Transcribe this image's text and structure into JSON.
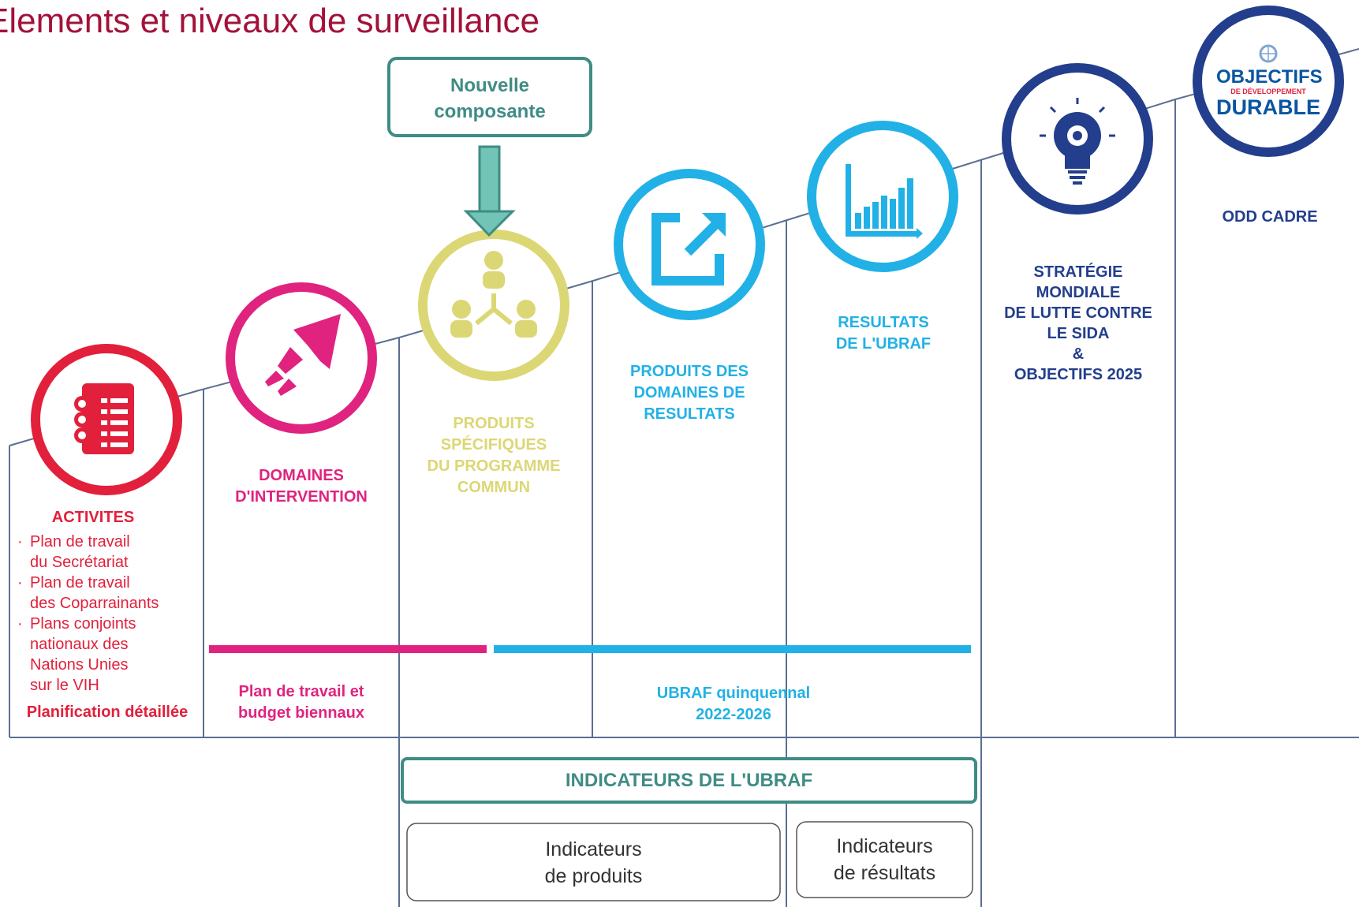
{
  "title": "Elements et niveaux de surveillance",
  "colors": {
    "activites": "#e2203b",
    "domaines": "#e0237f",
    "produits_specifiques": "#dcd775",
    "produits_domaines": "#22b1e6",
    "resultats": "#22b1e6",
    "strategie": "#233e8c",
    "odd": "#233e8c",
    "teal": "#3f8c84",
    "teal_fill": "#72c4b6",
    "title": "#a3123a"
  },
  "callout": {
    "label": "Nouvelle\ncomposante"
  },
  "columns": [
    {
      "id": "activites",
      "label": "ACTIVITES",
      "icon": "checklist-icon"
    },
    {
      "id": "domaines",
      "label": "DOMAINES\nD'INTERVENTION",
      "icon": "rocket-icon"
    },
    {
      "id": "produits_specifiques",
      "label": "PRODUITS\nSPÉCIFIQUES\nDU PROGRAMME\nCOMMUN",
      "icon": "people-network-icon"
    },
    {
      "id": "produits_domaines",
      "label": "PRODUITS DES\nDOMAINES DE\nRESULTATS",
      "icon": "external-link-icon"
    },
    {
      "id": "resultats",
      "label": "RESULTATS\nDE L'UBRAF",
      "icon": "bar-chart-icon"
    },
    {
      "id": "strategie",
      "label": "STRATÉGIE\nMONDIALE\nDE LUTTE CONTRE\nLE SIDA\n&\nOBJECTIFS 2025",
      "icon": "lightbulb-gear-icon"
    },
    {
      "id": "odd",
      "label": "ODD CADRE",
      "icon": "un-emblem-icon"
    }
  ],
  "activites_items": [
    "Plan de travail\ndu Secrétariat",
    "Plan de travail\ndes Coparrainants",
    "Plans conjoints\nnationaux des\nNations Unies\nsur le VIH"
  ],
  "planification": "Planification détaillée",
  "plan_biennal": "Plan de travail et\nbudget biennaux",
  "ubraf_quinquennal": "UBRAF quinquennal\n2022-2026",
  "indicateurs_ubraf": "INDICATEURS DE L'UBRAF",
  "indicateurs_produits": "Indicateurs\nde produits",
  "indicateurs_resultats": "Indicateurs\nde résultats",
  "odd_logo": {
    "line1": "OBJECTIFS",
    "line2": "DE DÉVELOPPEMENT",
    "line3": "DURABLE"
  }
}
